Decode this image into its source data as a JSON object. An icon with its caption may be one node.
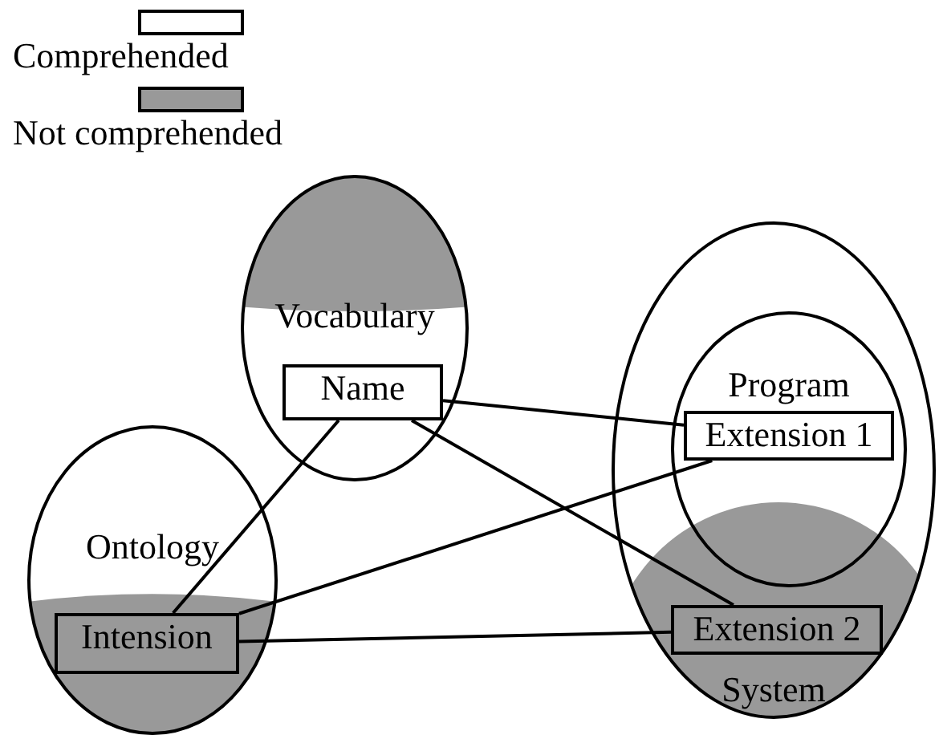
{
  "diagram": {
    "nodes": [
      {
        "text": [
          "Vocabulary"
        ]
      },
      {
        "text": [
          "Name"
        ],
        "in": 0
      },
      {
        "text": [
          "Ontology"
        ]
      },
      {
        "text": [
          "Intension"
        ],
        "in": 2
      },
      {
        "text": [
          "System"
        ]
      },
      {
        "text": [
          "Program"
        ],
        "in": 4
      },
      {
        "text": [
          "Extension 1"
        ],
        "in": 5
      },
      {
        "text": [
          "Extension 2"
        ],
        "in": 4
      }
    ],
    "edges": [
      {
        "from": 1,
        "to": 6,
        "arrow": "none"
      },
      {
        "from": 1,
        "to": 7,
        "arrow": "none"
      },
      {
        "from": 1,
        "to": 3,
        "arrow": "none"
      },
      {
        "from": 3,
        "to": 6,
        "arrow": "none"
      },
      {
        "from": 3,
        "to": 7,
        "arrow": "none"
      }
    ],
    "legend": [
      {
        "text": "Comprehended",
        "color": "#ffffff"
      },
      {
        "text": "Not comprehended",
        "color": "#999999"
      }
    ]
  }
}
